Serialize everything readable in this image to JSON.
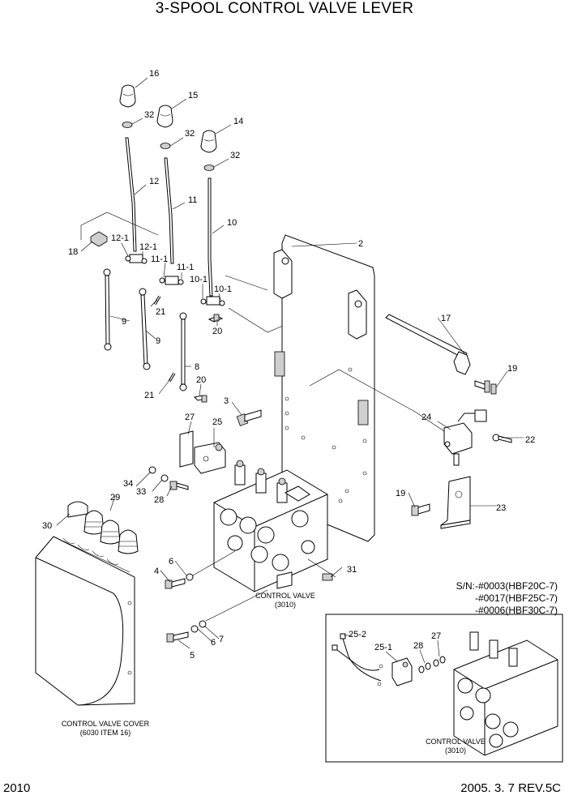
{
  "title": "3-SPOOL CONTROL VALVE LEVER",
  "page_number": "2010",
  "revision": "2005. 3. 7 REV.5C",
  "serial_note": [
    "S/N:-#0003(HBF20C-7)",
    "-#0017(HBF25C-7)",
    "-#0006(HBF30C-7)"
  ],
  "captions": {
    "control_valve_line1": "CONTROL VALVE",
    "control_valve_line2": "(3010)",
    "cover_line1": "CONTROL VALVE COVER",
    "cover_line2": "(6030 ITEM 16)",
    "inset_valve_line1": "CONTROL VALVE",
    "inset_valve_line2": "(3010)"
  },
  "callouts": {
    "p16": "16",
    "p15": "15",
    "p14": "14",
    "p32a": "32",
    "p32b": "32",
    "p32c": "32",
    "p12": "12",
    "p11": "11",
    "p10": "10",
    "p12_1a": "12-1",
    "p12_1b": "12-1",
    "p11_1a": "11-1",
    "p11_1b": "11-1",
    "p10_1a": "10-1",
    "p10_1b": "10-1",
    "p18": "18",
    "p2": "2",
    "p17": "17",
    "p9a": "9",
    "p9b": "9",
    "p8": "8",
    "p21a": "21",
    "p21b": "21",
    "p20a": "20",
    "p20b": "20",
    "p19a": "19",
    "p19b": "19",
    "p3": "3",
    "p27": "27",
    "p25": "25",
    "p24": "24",
    "p22": "22",
    "p23": "23",
    "p34": "34",
    "p33": "33",
    "p28": "28",
    "p29": "29",
    "p30": "30",
    "p6a": "6",
    "p4": "4",
    "p31": "31",
    "p7": "7",
    "p6b": "6",
    "p5": "5",
    "i25_2": "25-2",
    "i25_1": "25-1",
    "i28": "28",
    "i27": "27"
  }
}
